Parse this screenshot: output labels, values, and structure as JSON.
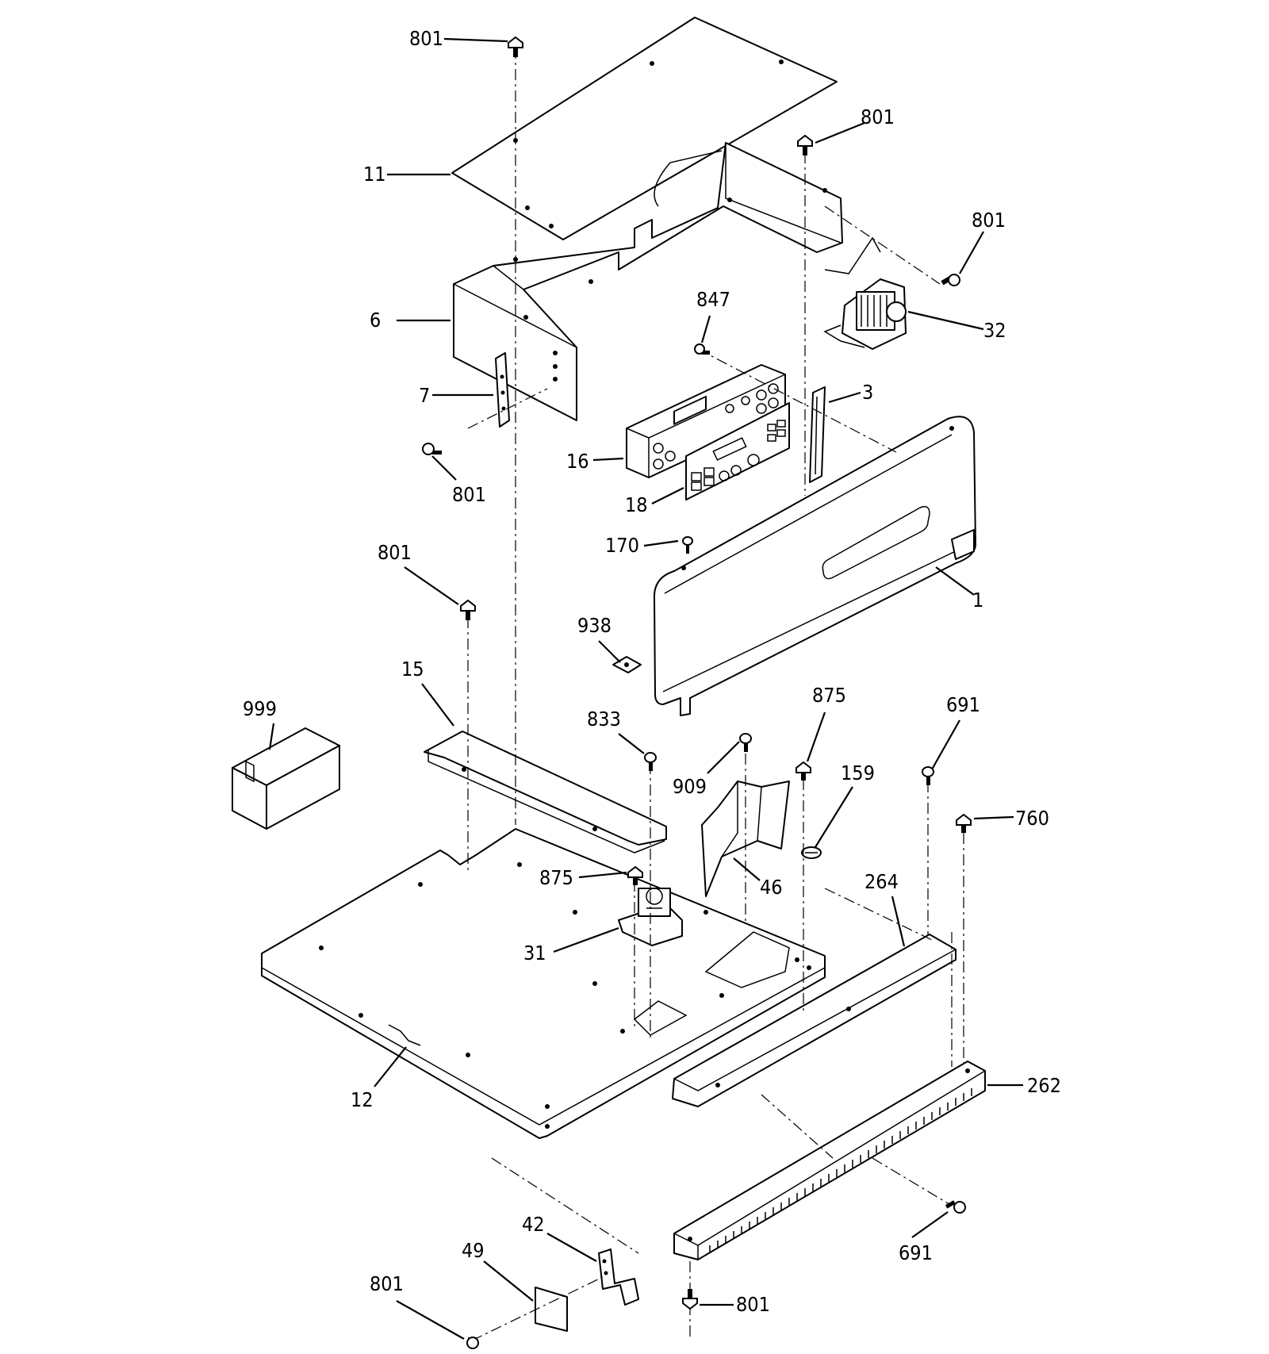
{
  "labels": {
    "l801a": "801",
    "l801b": "801",
    "l801c": "801",
    "l801d": "801",
    "l801e": "801",
    "l801f": "801",
    "l801g": "801",
    "l11": "11",
    "l6": "6",
    "l7": "7",
    "l32": "32",
    "l847": "847",
    "l3": "3",
    "l16": "16",
    "l18": "18",
    "l170": "170",
    "l1": "1",
    "l938": "938",
    "l15": "15",
    "l999": "999",
    "l833": "833",
    "l909": "909",
    "l875a": "875",
    "l875b": "875",
    "l159": "159",
    "l691a": "691",
    "l691b": "691",
    "l760": "760",
    "l46": "46",
    "l264": "264",
    "l31": "31",
    "l12": "12",
    "l262": "262",
    "l42": "42",
    "l49": "49"
  },
  "colors": {
    "line": "#000000",
    "background": "#ffffff"
  }
}
